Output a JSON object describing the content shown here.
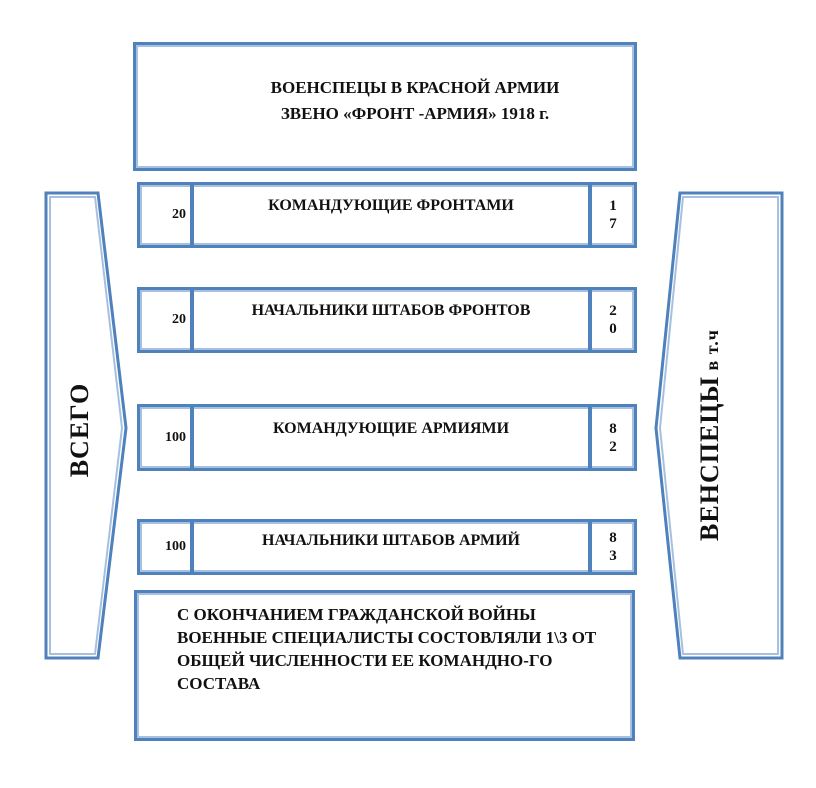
{
  "title": {
    "line1": "ВОЕНСПЕЦЫ В КРАСНОЙ АРМИИ",
    "line2": "ЗВЕНО «ФРОНТ -АРМИЯ» 1918 г."
  },
  "rows": [
    {
      "total": "20",
      "label": "КОМАНДУЮЩИЕ ФРОНТАМИ",
      "specialists": "17"
    },
    {
      "total": "20",
      "label": "НАЧАЛЬНИКИ ШТАБОВ ФРОНТОВ",
      "specialists": "20"
    },
    {
      "total": "100",
      "label": "КОМАНДУЮЩИЕ АРМИЯМИ",
      "specialists": "82"
    },
    {
      "total": "100",
      "label": "НАЧАЛЬНИКИ ШТАБОВ АРМИЙ",
      "specialists": "83"
    }
  ],
  "left_arrow": "ВСЕГО",
  "right_arrow": {
    "main": "ВЕНСПЕЦЫ",
    "suffix": " в т.ч"
  },
  "note": "С ОКОНЧАНИЕМ ГРАЖДАНСКОЙ ВОЙНЫ ВОЕННЫЕ СПЕЦИАЛИСТЫ СОСТОВЛЯЛИ 1\\3 ОТ ОБЩЕЙ ЧИСЛЕННОСТИ ЕЕ КОМАНДНО-ГО СОСТАВА",
  "colors": {
    "border": "#4f81bd"
  }
}
